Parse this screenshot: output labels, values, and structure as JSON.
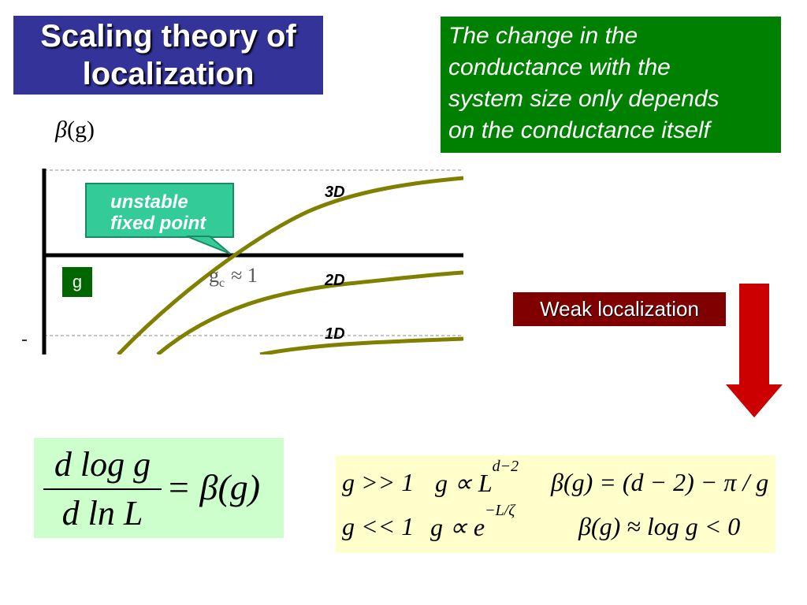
{
  "title": {
    "line1": "Scaling theory of",
    "line2": "localization"
  },
  "note": {
    "line1": "The change in the",
    "line2": "conductance with the",
    "line3": "system size only depends",
    "line4": "on the conductance itself"
  },
  "axis_label": {
    "beta": "β",
    "arg": "(g)"
  },
  "graph": {
    "callout_line1": "unstable",
    "callout_line2": "fixed point",
    "curve_3d": "3D",
    "curve_2d": "2D",
    "curve_1d": "1D",
    "gc": "g",
    "gc_sub": "c",
    "gc_value": "≈ 1",
    "colors": {
      "curve": "#808000",
      "callout_fill": "#33cc99",
      "callout_border": "#1a8a66"
    }
  },
  "g_tag": "g",
  "weak_localization": "Weak localization",
  "arrow_color": "#cc0000",
  "equation": {
    "numerator": "d log g",
    "denominator": "d ln L",
    "rhs": "= β(g)"
  },
  "regimes": {
    "row1": {
      "condition": "g >> 1",
      "scaling_base": "g ∝ L",
      "scaling_exp": "d−2",
      "beta": "β(g) = (d − 2) − π / g"
    },
    "row2": {
      "condition": "g << 1",
      "scaling_base": "g ∝ e",
      "scaling_exp": "−L/ζ",
      "beta": "β(g) ≈ log g < 0"
    }
  }
}
